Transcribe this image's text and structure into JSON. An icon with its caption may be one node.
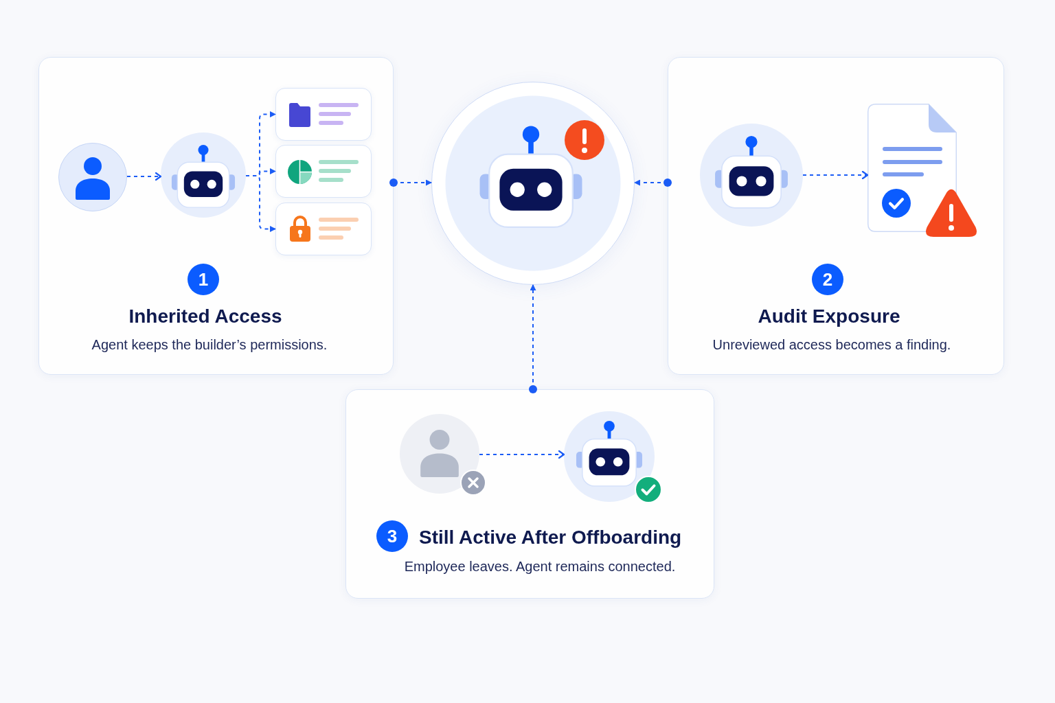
{
  "diagram": {
    "nodes": [
      {
        "text": [
          "Inherited Access",
          "Agent keeps the builder’s permissions."
        ]
      },
      {
        "text": [],
        "shape": "person",
        "in": 0
      },
      {
        "text": [],
        "shape": "picture",
        "in": 0
      },
      {
        "text": [],
        "shape": "box",
        "in": 0
      },
      {
        "text": [],
        "shape": "box",
        "in": 0
      },
      {
        "text": [],
        "shape": "box",
        "in": 0
      },
      {
        "text": [
          "1"
        ],
        "in": 0
      },
      {
        "text": [],
        "shape": "circle"
      },
      {
        "text": [
          "Audit Exposure",
          "Unreviewed access becomes a finding."
        ]
      },
      {
        "text": [],
        "shape": "picture",
        "in": 8
      },
      {
        "text": [],
        "shape": "picture",
        "in": 8
      },
      {
        "text": [
          "2"
        ],
        "in": 8
      },
      {
        "text": [
          "Still Active After Offboarding",
          "Employee leaves. Agent remains connected."
        ]
      },
      {
        "text": [],
        "shape": "person",
        "in": 12
      },
      {
        "text": [],
        "shape": "picture",
        "in": 12
      },
      {
        "text": [
          "3"
        ],
        "in": 12
      }
    ],
    "edges": [
      {
        "from": 1,
        "to": 2,
        "arrow": "to",
        "style": "dashed"
      },
      {
        "from": 2,
        "to": 3,
        "arrow": "to",
        "style": "dashed"
      },
      {
        "from": 2,
        "to": 4,
        "arrow": "to",
        "style": "dashed"
      },
      {
        "from": 2,
        "to": 5,
        "arrow": "to",
        "style": "dashed"
      },
      {
        "from": 0,
        "to": 7,
        "arrow": "to",
        "style": "dashed"
      },
      {
        "from": 8,
        "to": 7,
        "arrow": "to",
        "style": "dashed"
      },
      {
        "from": 12,
        "to": 7,
        "arrow": "to",
        "style": "dashed"
      },
      {
        "from": 13,
        "to": 14,
        "arrow": "to",
        "style": "dashed"
      },
      {
        "from": 9,
        "to": 10,
        "arrow": "to",
        "style": "dashed"
      }
    ]
  }
}
